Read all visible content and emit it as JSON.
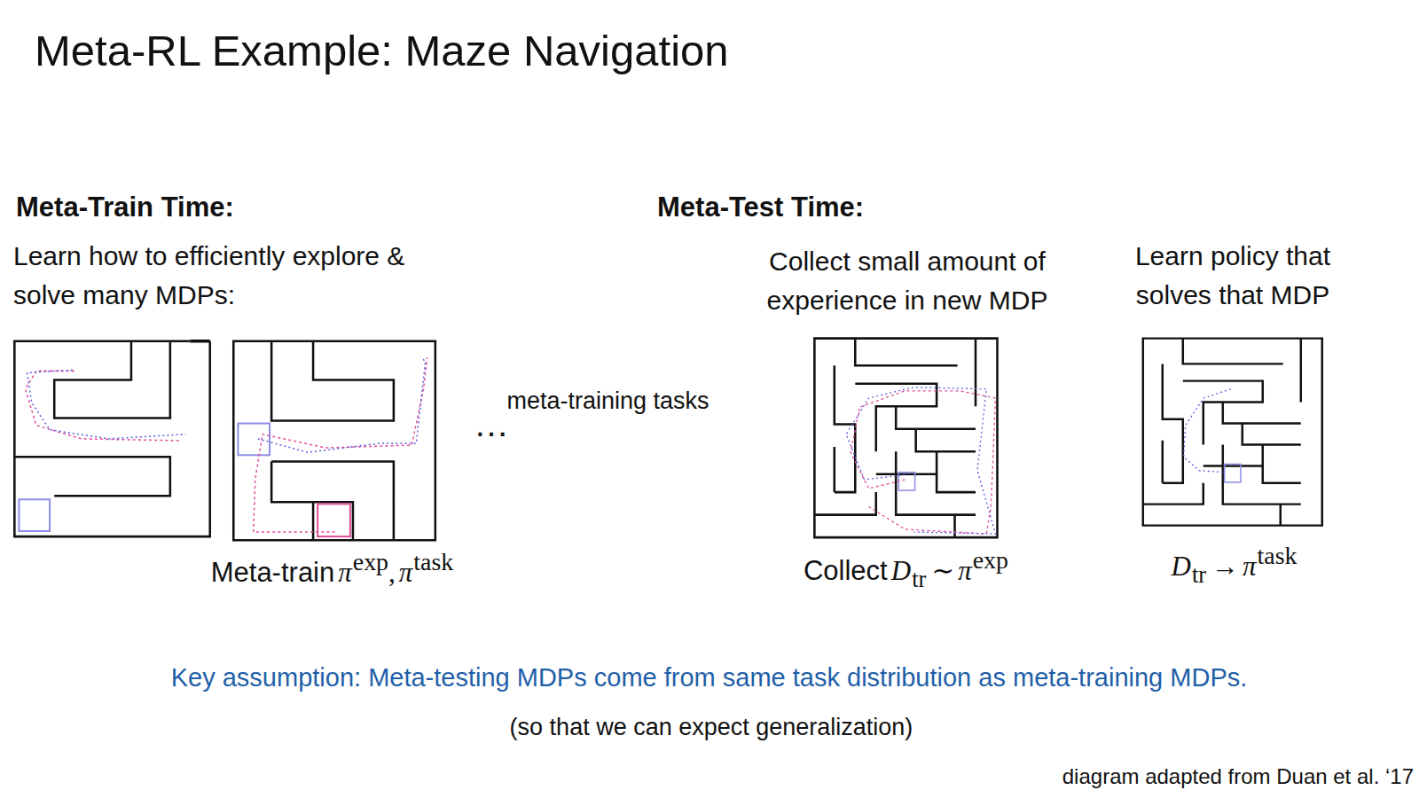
{
  "diagram": {
    "title": "Meta-RL Example: Maze Navigation",
    "labels": [
      "Meta-Train Time:",
      "Learn how to efficiently explore & solve many MDPs:",
      "…",
      "meta-training tasks",
      "Meta-train",
      "π",
      "exp",
      ",",
      "π",
      "task",
      "Meta-Test Time:",
      "Collect small amount of experience in new MDP",
      "Learn policy that solves that MDP",
      "Collect",
      "D",
      "tr",
      "∼",
      "π",
      "exp",
      "D",
      "tr",
      "→",
      "π",
      "task",
      "Key assumption: Meta-testing MDPs come from same task distribution as meta-training MDPs.",
      "(so that we can expect generalization)",
      "diagram adapted from Duan et al. ‘17"
    ]
  }
}
